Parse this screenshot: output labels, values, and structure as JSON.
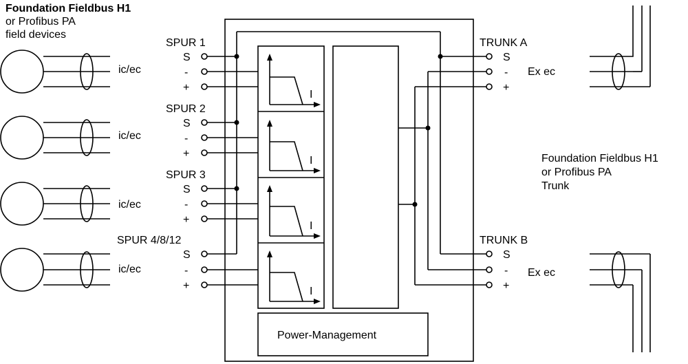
{
  "header": {
    "left_title": "Foundation Fieldbus H1",
    "left_line2": "or Profibus PA",
    "left_line3": "field devices"
  },
  "spurs": [
    {
      "label": "SPUR 1",
      "cable": "ic/ec"
    },
    {
      "label": "SPUR 2",
      "cable": "ic/ec"
    },
    {
      "label": "SPUR 3",
      "cable": "ic/ec"
    },
    {
      "label": "SPUR 4/8/12",
      "cable": "ic/ec"
    }
  ],
  "terminals": {
    "s": "S",
    "minus": "-",
    "plus": "+"
  },
  "current_axis": "I",
  "power_management": "Power-Management",
  "trunks": [
    {
      "label": "TRUNK A",
      "cable": "Ex ec"
    },
    {
      "label": "TRUNK B",
      "cable": "Ex ec"
    }
  ],
  "right_note": {
    "line1": "Foundation Fieldbus H1",
    "line2": "or Profibus PA",
    "line3": "Trunk"
  }
}
